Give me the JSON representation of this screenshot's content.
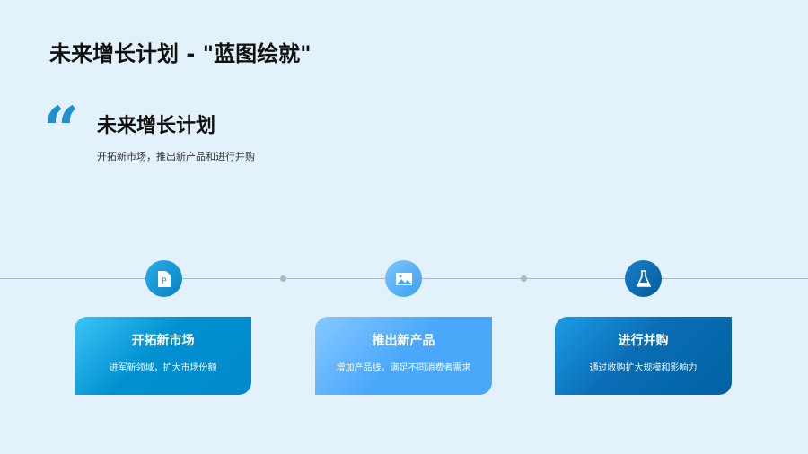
{
  "title": "未来增长计划 - \"蓝图绘就\"",
  "section": {
    "heading": "未来增长计划",
    "description": "开拓新市场，推出新产品和进行并购"
  },
  "steps": [
    {
      "title": "开拓新市场",
      "text": "进军新领域，扩大市场份额",
      "icon": "document-icon"
    },
    {
      "title": "推出新产品",
      "text": "增加产品线，满足不同消费者需求",
      "icon": "image-icon"
    },
    {
      "title": "进行并购",
      "text": "通过收购扩大规模和影响力",
      "icon": "flask-icon"
    }
  ]
}
